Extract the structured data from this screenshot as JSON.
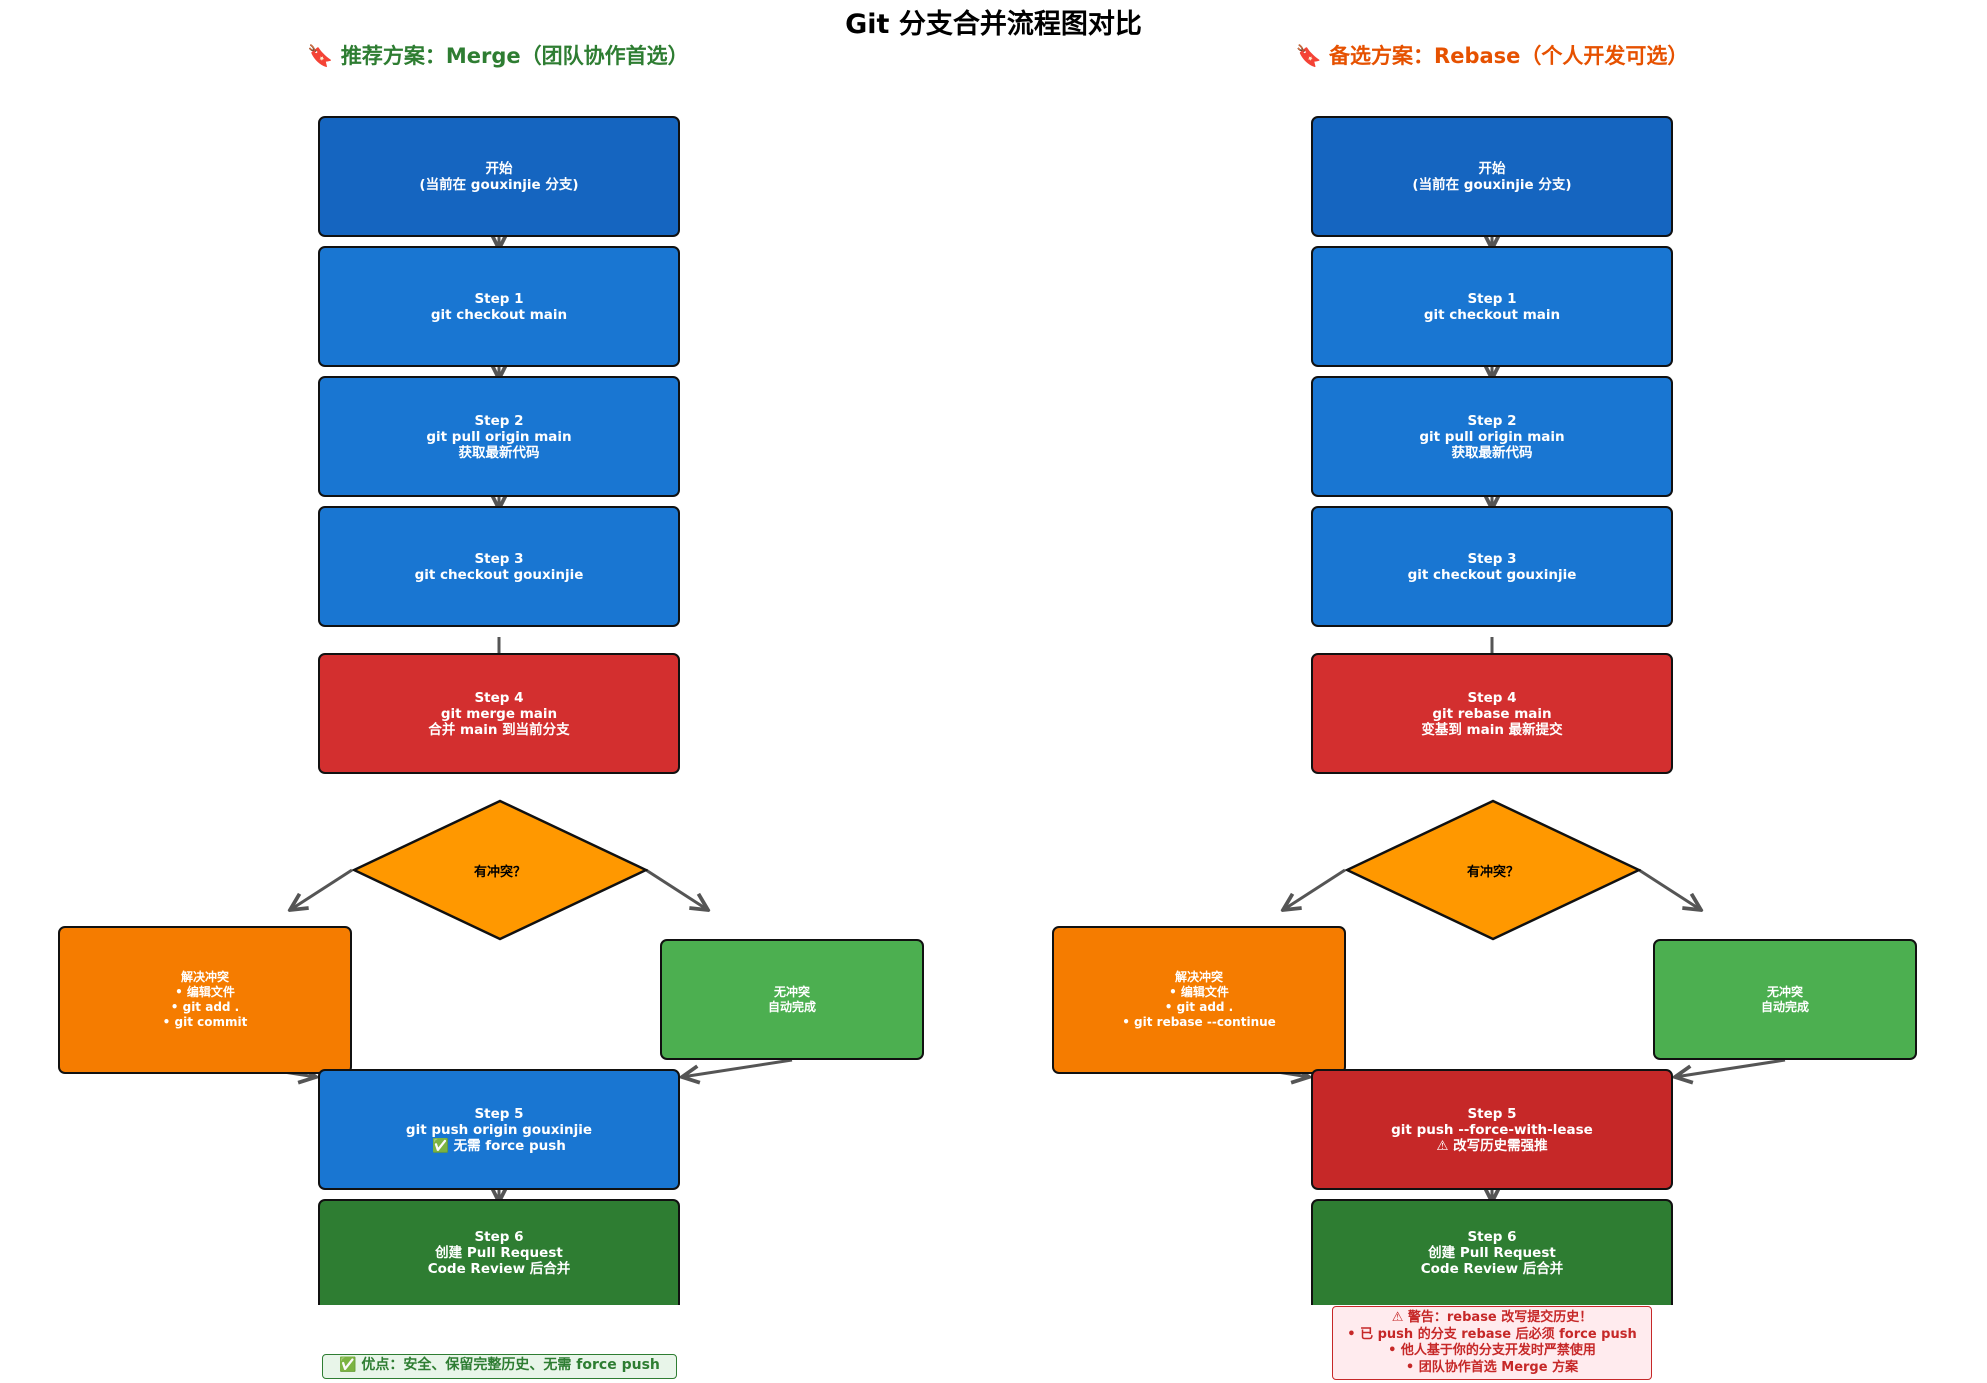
{
  "title": "Git 分支合并流程图对比",
  "colors": {
    "start": "#1565c0",
    "step": "#1976d2",
    "step4": "#d32f2f",
    "decision": "#ff9800",
    "conflict": "#f57c00",
    "no_conflict": "#4caf50",
    "step5_rebase": "#c62828",
    "step6": "#2e7d32",
    "merge_title": "#2e7d32",
    "rebase_title": "#e65100",
    "connector": "#555555"
  },
  "merge": {
    "title": "🔖 推荐方案：Merge（团队协作首选）",
    "start": "开始\n(当前在 gouxinjie 分支)",
    "step1": "Step 1\ngit checkout main",
    "step2": "Step 2\ngit pull origin main\n获取最新代码",
    "step3": "Step 3\ngit checkout gouxinjie",
    "step4": "Step 4\ngit merge main\n合并 main 到当前分支",
    "decision": "有冲突？",
    "conflict": "解决冲突\n• 编辑文件\n• git add .\n• git commit",
    "no_conflict": "无冲突\n自动完成",
    "step5": "Step 5\ngit push origin gouxinjie\n✅ 无需 force push",
    "step6": "Step 6\n创建 Pull Request\nCode Review 后合并",
    "note": "✅ 优点：安全、保留完整历史、无需 force push"
  },
  "rebase": {
    "title": "🔖 备选方案：Rebase（个人开发可选）",
    "start": "开始\n(当前在 gouxinjie 分支)",
    "step1": "Step 1\ngit checkout main",
    "step2": "Step 2\ngit pull origin main\n获取最新代码",
    "step3": "Step 3\ngit checkout gouxinjie",
    "step4": "Step 4\ngit rebase main\n变基到 main 最新提交",
    "decision": "有冲突？",
    "conflict": "解决冲突\n• 编辑文件\n• git add .\n• git rebase --continue",
    "no_conflict": "无冲突\n自动完成",
    "step5": "Step 5\ngit push --force-with-lease\n⚠ 改写历史需强推",
    "step6": "Step 6\n创建 Pull Request\nCode Review 后合并",
    "note": "⚠ 警告：rebase 改写提交历史！\n• 已 push 的分支 rebase 后必须 force push\n• 他人基于你的分支开发时严禁使用\n• 团队协作首选 Merge 方案"
  }
}
